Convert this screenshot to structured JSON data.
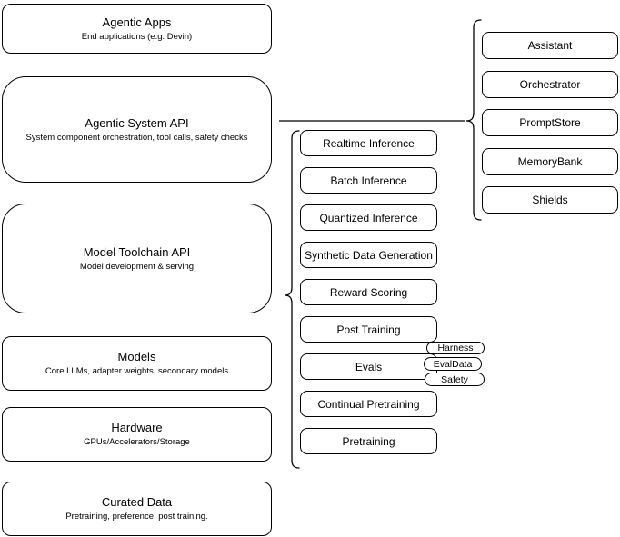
{
  "colors": {
    "background": "#ffffff",
    "node_fill": "#ffffff",
    "stroke": "#000000",
    "text": "#000000"
  },
  "stack": [
    {
      "title": "Agentic Apps",
      "subtitle": "End applications (e.g. Devin)"
    },
    {
      "title": "Agentic System API",
      "subtitle": "System component orchestration, tool calls, safety checks"
    },
    {
      "title": "Model Toolchain API",
      "subtitle": "Model development & serving"
    },
    {
      "title": "Models",
      "subtitle": "Core LLMs, adapter weights, secondary models"
    },
    {
      "title": "Hardware",
      "subtitle": "GPUs/Accelerators/Storage"
    },
    {
      "title": "Curated Data",
      "subtitle": "Pretraining, preference, post training."
    }
  ],
  "toolchain": {
    "items": [
      "Realtime Inference",
      "Batch Inference",
      "Quantized Inference",
      "Synthetic Data Generation",
      "Reward Scoring",
      "Post Training",
      "Evals",
      "Continual Pretraining",
      "Pretraining"
    ]
  },
  "system_components": {
    "items": [
      "Assistant",
      "Orchestrator",
      "PromptStore",
      "MemoryBank",
      "Shields"
    ]
  },
  "eval_tags": [
    "Harness",
    "EvalData",
    "Safety"
  ]
}
